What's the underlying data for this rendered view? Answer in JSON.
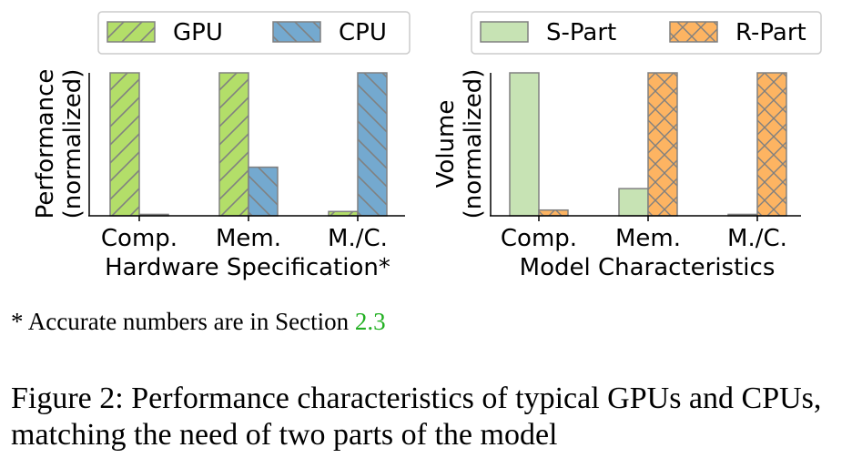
{
  "colors": {
    "gpu": "#b3de69",
    "cpu": "#74a9cf",
    "s_part": "#c7e3b4",
    "r_part": "#fdb462",
    "bar_edge": "#808080"
  },
  "chart_data": [
    {
      "type": "bar",
      "categories": [
        "Comp.",
        "Mem.",
        "M./C."
      ],
      "series": [
        {
          "name": "GPU",
          "values": [
            1.0,
            1.0,
            0.03
          ],
          "hatch": "diagonal-forward"
        },
        {
          "name": "CPU",
          "values": [
            0.01,
            0.34,
            1.0
          ],
          "hatch": "diagonal-back"
        }
      ],
      "xlabel": "Hardware Specification*",
      "ylabel": [
        "Performance",
        "(normalized)"
      ],
      "ylim": [
        0,
        1.0
      ],
      "grid": false,
      "legend": "top"
    },
    {
      "type": "bar",
      "categories": [
        "Comp.",
        "Mem.",
        "M./C."
      ],
      "series": [
        {
          "name": "S-Part",
          "values": [
            1.0,
            0.19,
            0.01
          ],
          "hatch": "none"
        },
        {
          "name": "R-Part",
          "values": [
            0.04,
            1.0,
            1.0
          ],
          "hatch": "crosshatch"
        }
      ],
      "xlabel": "Model Characteristics",
      "ylabel": [
        "Volume",
        "(normalized)"
      ],
      "ylim": [
        0,
        1.0
      ],
      "grid": false,
      "legend": "top"
    }
  ],
  "note": {
    "text": "* Accurate numbers are in Section ",
    "ref": "2.3"
  },
  "caption": "Figure 2: Performance characteristics of typical GPUs and CPUs, matching the need of two parts of the model"
}
